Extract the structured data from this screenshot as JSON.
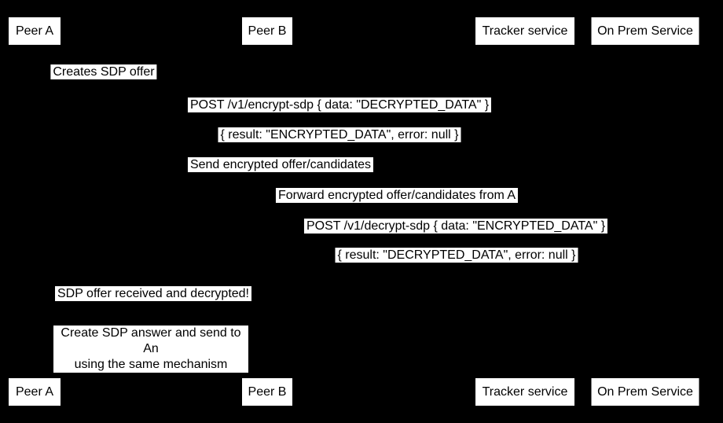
{
  "diagram": {
    "type": "sequence-diagram",
    "colors": {
      "background": "#000000",
      "box_background": "#ffffff",
      "text": "#000000"
    },
    "participants": [
      {
        "id": "peer-a",
        "label": "Peer A"
      },
      {
        "id": "peer-b",
        "label": "Peer B"
      },
      {
        "id": "tracker",
        "label": "Tracker service"
      },
      {
        "id": "onprem",
        "label": "On Prem Service"
      }
    ],
    "messages": [
      {
        "text": "Creates SDP offer"
      },
      {
        "text": "POST /v1/encrypt-sdp { data: \"DECRYPTED_DATA\" }"
      },
      {
        "text": "{ result: \"ENCRYPTED_DATA\", error: null }"
      },
      {
        "text": "Send encrypted offer/candidates"
      },
      {
        "text": "Forward encrypted offer/candidates from A"
      },
      {
        "text": "POST /v1/decrypt-sdp { data: \"ENCRYPTED_DATA\" }"
      },
      {
        "text": "{ result: \"DECRYPTED_DATA\", error: null }"
      },
      {
        "text": "SDP offer received and decrypted!"
      }
    ],
    "note": {
      "text": "Create SDP answer and send to An\nusing the same mechanism"
    }
  }
}
